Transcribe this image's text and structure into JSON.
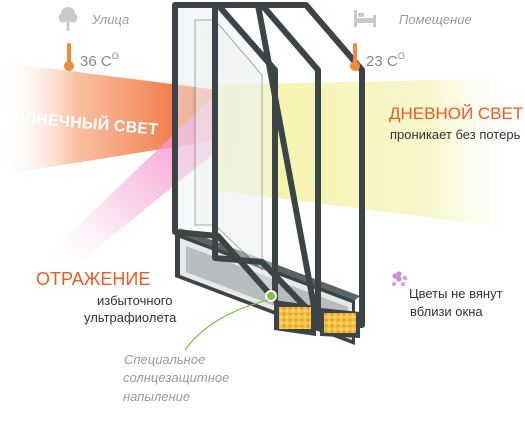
{
  "outside": {
    "label": "Улица",
    "temp_value": "36 C",
    "temp_degree": "O"
  },
  "inside": {
    "label": "Помещение",
    "temp_value": "23 C",
    "temp_degree": "O"
  },
  "sunlight": {
    "title": "СОЛНЕЧНЫЙ СВЕТ"
  },
  "daylight": {
    "title": "ДНЕВНОЙ СВЕТ",
    "subtitle": "проникает без потерь"
  },
  "reflection": {
    "title": "ОТРАЖЕНИЕ",
    "line1": "избыточного",
    "line2": "ультрафиолета"
  },
  "coating": {
    "line1": "Специальное",
    "line2": "солнцезащитное",
    "line3": "напыление"
  },
  "flowers": {
    "line1": "Цветы не вянут",
    "line2": "вблизи окна"
  },
  "colors": {
    "accent": "#f05a1e",
    "light_beam": "#f4f3a0",
    "frame": "#3d4447",
    "reflection": "#f7a8d8"
  },
  "icons": [
    "tree-icon",
    "thermometer-icon",
    "bed-icon",
    "flower-icon"
  ]
}
